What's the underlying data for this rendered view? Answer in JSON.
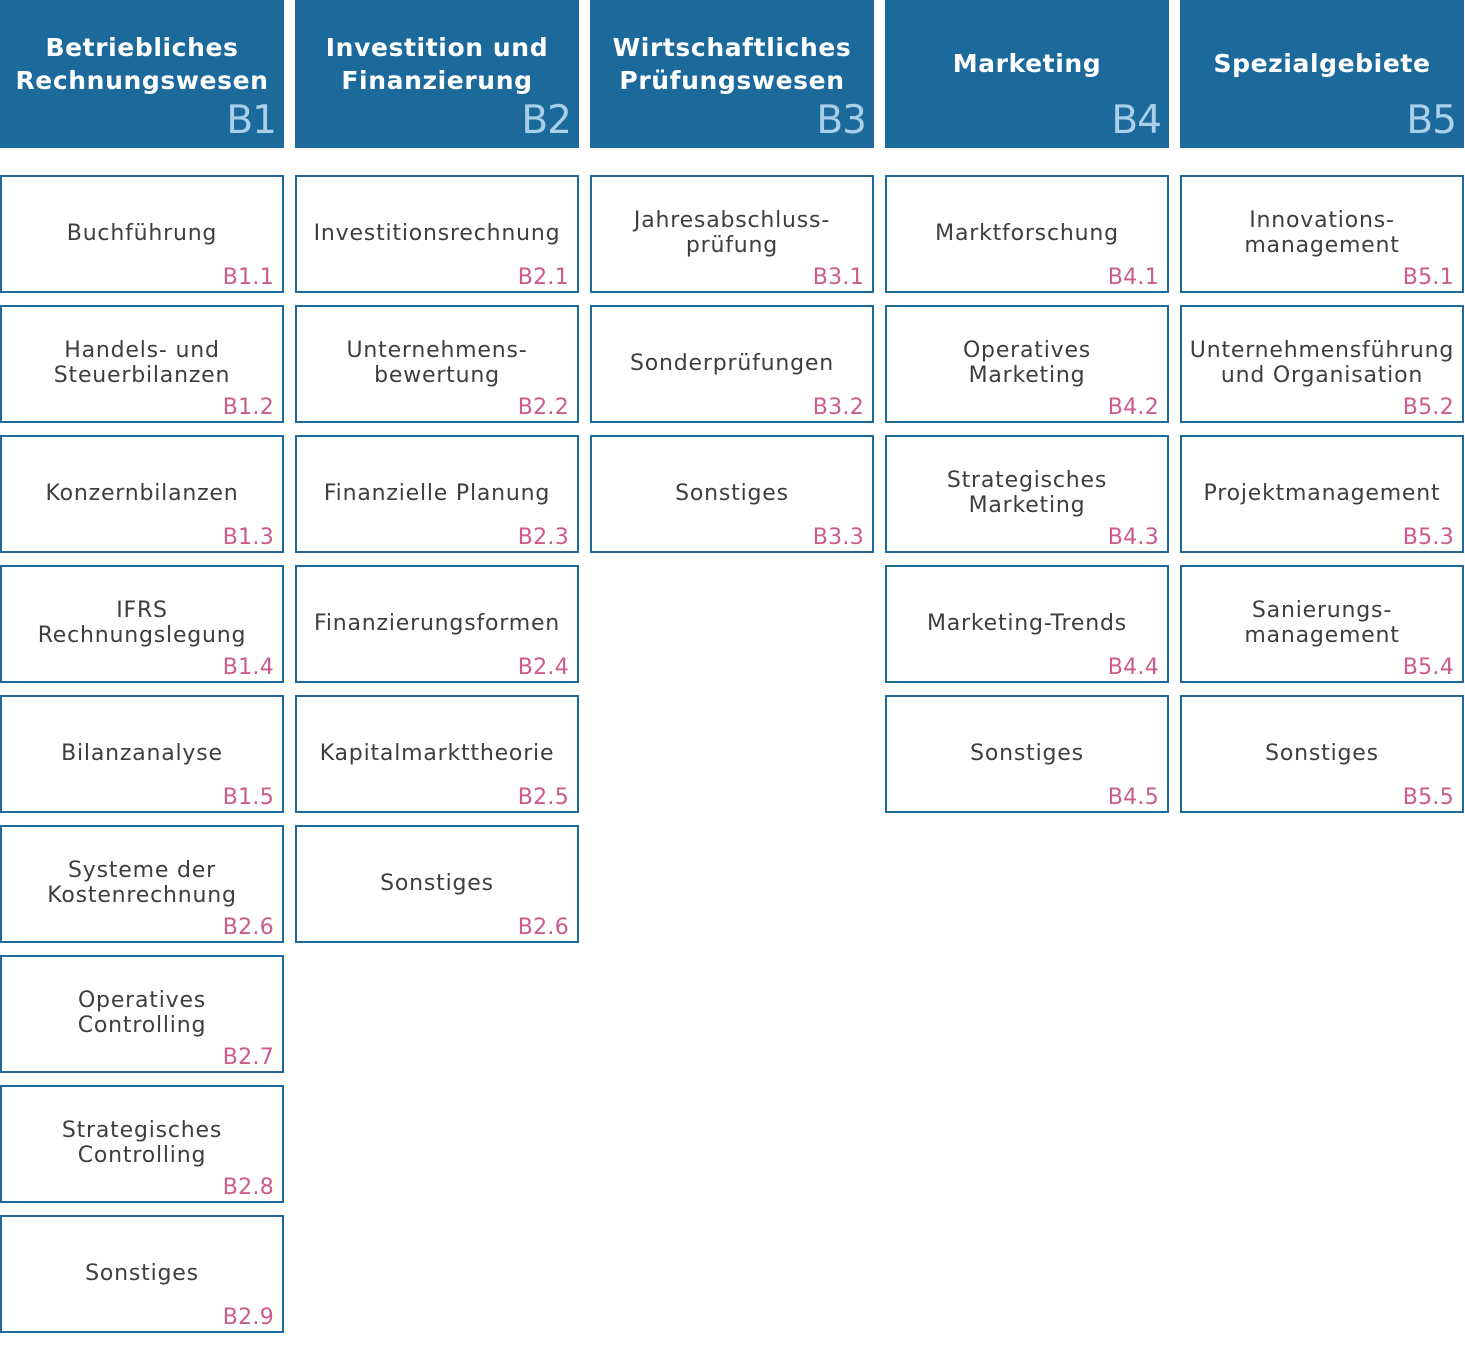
{
  "columns": [
    {
      "title": "Betriebliches\nRechnungswesen",
      "code": "B1",
      "items": [
        {
          "label": "Buchführung",
          "code": "B1.1"
        },
        {
          "label": "Handels- und\nSteuerbilanzen",
          "code": "B1.2"
        },
        {
          "label": "Konzernbilanzen",
          "code": "B1.3"
        },
        {
          "label": "IFRS\nRechnungslegung",
          "code": "B1.4"
        },
        {
          "label": "Bilanzanalyse",
          "code": "B1.5"
        },
        {
          "label": "Systeme der\nKostenrechnung",
          "code": "B2.6"
        },
        {
          "label": "Operatives\nControlling",
          "code": "B2.7"
        },
        {
          "label": "Strategisches\nControlling",
          "code": "B2.8"
        },
        {
          "label": "Sonstiges",
          "code": "B2.9"
        }
      ]
    },
    {
      "title": "Investition und\nFinanzierung",
      "code": "B2",
      "items": [
        {
          "label": "Investitionsrechnung",
          "code": "B2.1"
        },
        {
          "label": "Unternehmens-\nbewertung",
          "code": "B2.2"
        },
        {
          "label": "Finanzielle Planung",
          "code": "B2.3"
        },
        {
          "label": "Finanzierungsformen",
          "code": "B2.4"
        },
        {
          "label": "Kapitalmarkttheorie",
          "code": "B2.5"
        },
        {
          "label": "Sonstiges",
          "code": "B2.6"
        }
      ]
    },
    {
      "title": "Wirtschaftliches\nPrüfungswesen",
      "code": "B3",
      "items": [
        {
          "label": "Jahresabschluss-\nprüfung",
          "code": "B3.1"
        },
        {
          "label": "Sonderprüfungen",
          "code": "B3.2"
        },
        {
          "label": "Sonstiges",
          "code": "B3.3"
        }
      ]
    },
    {
      "title": "Marketing",
      "code": "B4",
      "items": [
        {
          "label": "Marktforschung",
          "code": "B4.1"
        },
        {
          "label": "Operatives\nMarketing",
          "code": "B4.2"
        },
        {
          "label": "Strategisches\nMarketing",
          "code": "B4.3"
        },
        {
          "label": "Marketing-Trends",
          "code": "B4.4"
        },
        {
          "label": "Sonstiges",
          "code": "B4.5"
        }
      ]
    },
    {
      "title": "Spezialgebiete",
      "code": "B5",
      "items": [
        {
          "label": "Innovations-\nmanagement",
          "code": "B5.1"
        },
        {
          "label": "Unternehmensführung\nund Organisation",
          "code": "B5.2"
        },
        {
          "label": "Projektmanagement",
          "code": "B5.3"
        },
        {
          "label": "Sanierungs-\nmanagement",
          "code": "B5.4"
        },
        {
          "label": "Sonstiges",
          "code": "B5.5"
        }
      ]
    }
  ],
  "colors": {
    "header_bg": "#1c6a9c",
    "header_text": "#ffffff",
    "header_code": "#a9cfe9",
    "box_border": "#1c6a9c",
    "item_text": "#3e3e3e",
    "item_code": "#cc5b8d"
  }
}
